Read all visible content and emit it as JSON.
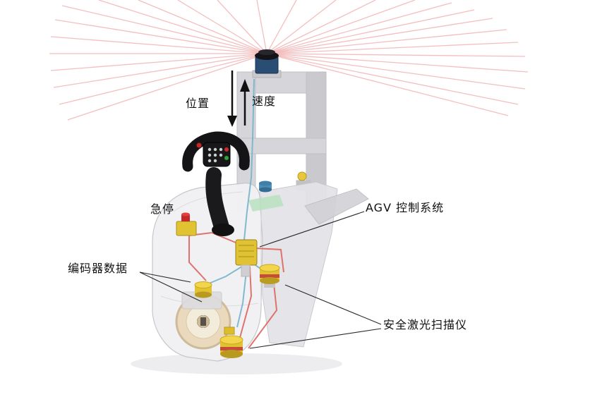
{
  "labels": {
    "position": "位置",
    "speed": "速度",
    "emergency_stop": "急停",
    "agv_control_system": "AGV 控制系统",
    "encoder_data": "编码器数据",
    "safety_laser_scanner": "安全激光扫描仪"
  },
  "colors": {
    "laser_ray": "#f3b8b8",
    "component_yellow": "#e0c232",
    "scanner_band_red": "#c84a3a",
    "wire_red": "#dd6660",
    "wire_blue": "#76b4cc",
    "body_gray": "#f1f1f4",
    "platform_gray": "#e3e3e8",
    "mast_gray": "#d6d6da"
  }
}
